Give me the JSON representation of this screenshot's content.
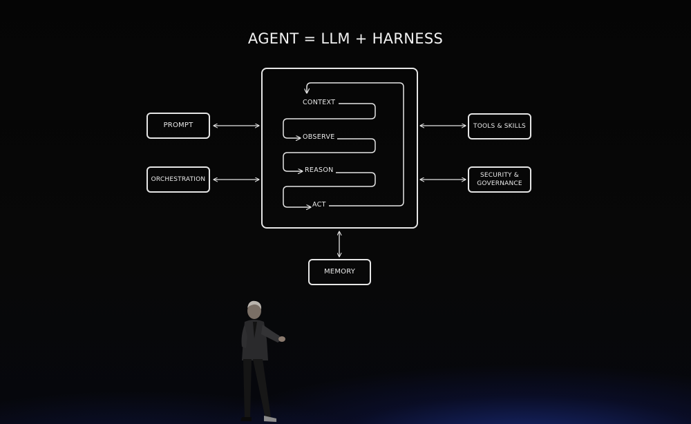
{
  "title": "AGENT = LLM + HARNESS",
  "inputs": {
    "prompt": "PROMPT",
    "orchestration": "ORCHESTRATION"
  },
  "outputs": {
    "tools_skills": "TOOLS & SKILLS",
    "security_governance": "SECURITY & GOVERNANCE"
  },
  "memory": "MEMORY",
  "loop_steps": [
    "CONTEXT",
    "OBSERVE",
    "REASON",
    "ACT"
  ],
  "colors": {
    "background": "#000000",
    "line": "#e6e6e6",
    "stage_glow": "#2a46c8"
  }
}
